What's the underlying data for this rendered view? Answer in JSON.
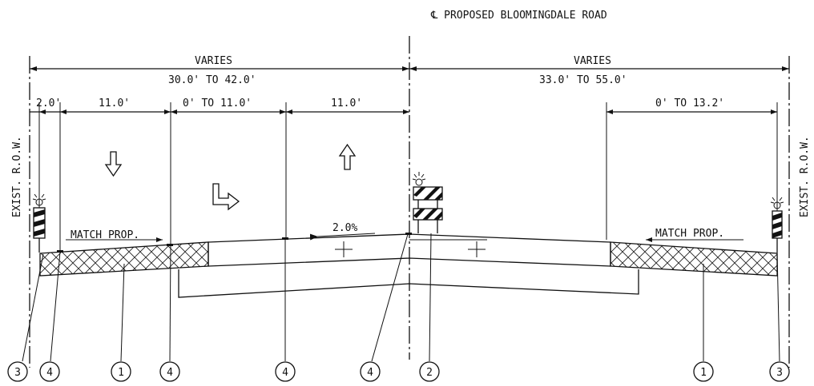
{
  "centerline_label": "℄ PROPOSED BLOOMINGDALE ROAD",
  "left": {
    "varies": "VARIES",
    "range": "30.0' TO 42.0'",
    "dim_shoulder": "2.0'",
    "dim_lane1": "11.0'",
    "dim_turn": "0' TO 11.0'",
    "dim_lane2": "11.0'",
    "match": "MATCH PROP.",
    "slope": "2.0%",
    "row": "EXIST. R.O.W."
  },
  "right": {
    "varies": "VARIES",
    "range": "33.0' TO 55.0'",
    "dim_widen": "0' TO 13.2'",
    "match": "MATCH PROP.",
    "row": "EXIST. R.O.W."
  },
  "callouts": [
    "3",
    "4",
    "1",
    "4",
    "4",
    "4",
    "2",
    "1",
    "3"
  ],
  "icons": [
    "down-arrow-icon",
    "turn-right-arrow-icon",
    "up-arrow-icon",
    "barricade-icon",
    "warning-light-icon"
  ]
}
